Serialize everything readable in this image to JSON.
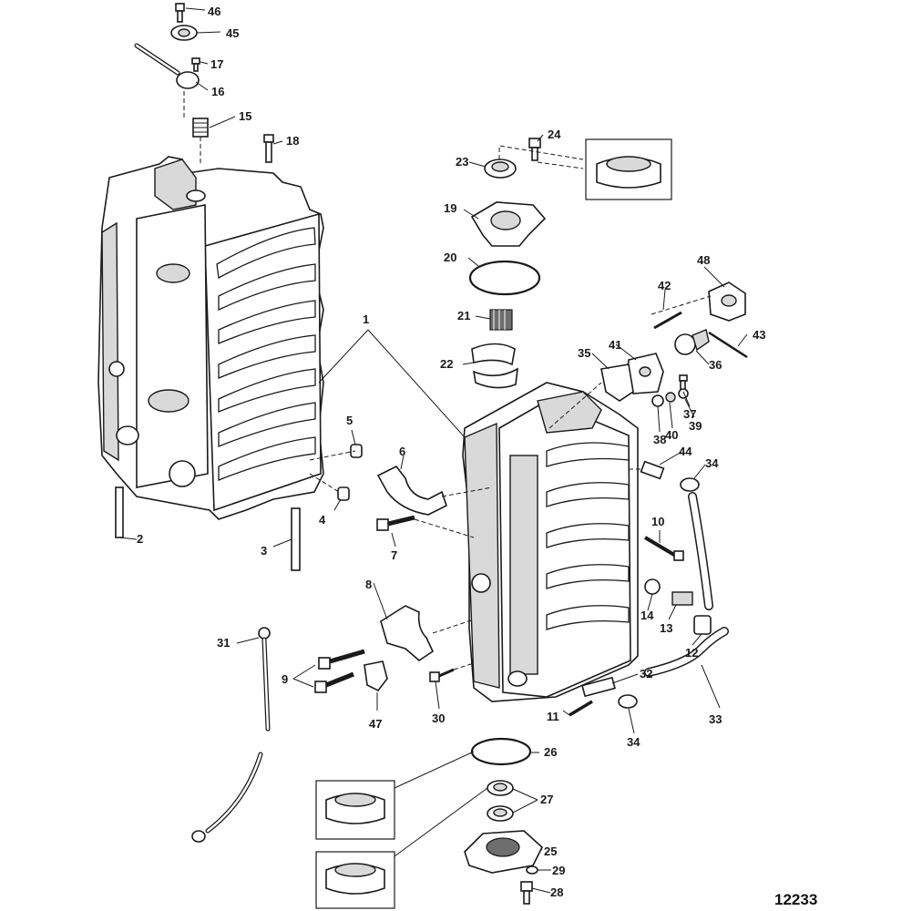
{
  "figure": {
    "id": "12233"
  },
  "callouts": [
    {
      "n": "1"
    },
    {
      "n": "2"
    },
    {
      "n": "3"
    },
    {
      "n": "4"
    },
    {
      "n": "5"
    },
    {
      "n": "6"
    },
    {
      "n": "7"
    },
    {
      "n": "8"
    },
    {
      "n": "9"
    },
    {
      "n": "10"
    },
    {
      "n": "11"
    },
    {
      "n": "12"
    },
    {
      "n": "13"
    },
    {
      "n": "14"
    },
    {
      "n": "15"
    },
    {
      "n": "16"
    },
    {
      "n": "17"
    },
    {
      "n": "18"
    },
    {
      "n": "19"
    },
    {
      "n": "20"
    },
    {
      "n": "21"
    },
    {
      "n": "22"
    },
    {
      "n": "23"
    },
    {
      "n": "24"
    },
    {
      "n": "25"
    },
    {
      "n": "26"
    },
    {
      "n": "27"
    },
    {
      "n": "28"
    },
    {
      "n": "29"
    },
    {
      "n": "30"
    },
    {
      "n": "31"
    },
    {
      "n": "32"
    },
    {
      "n": "33"
    },
    {
      "n": "34"
    },
    {
      "n": "34"
    },
    {
      "n": "35"
    },
    {
      "n": "36"
    },
    {
      "n": "37"
    },
    {
      "n": "38"
    },
    {
      "n": "39"
    },
    {
      "n": "40"
    },
    {
      "n": "41"
    },
    {
      "n": "42"
    },
    {
      "n": "43"
    },
    {
      "n": "44"
    },
    {
      "n": "45"
    },
    {
      "n": "46"
    },
    {
      "n": "47"
    },
    {
      "n": "48"
    }
  ]
}
